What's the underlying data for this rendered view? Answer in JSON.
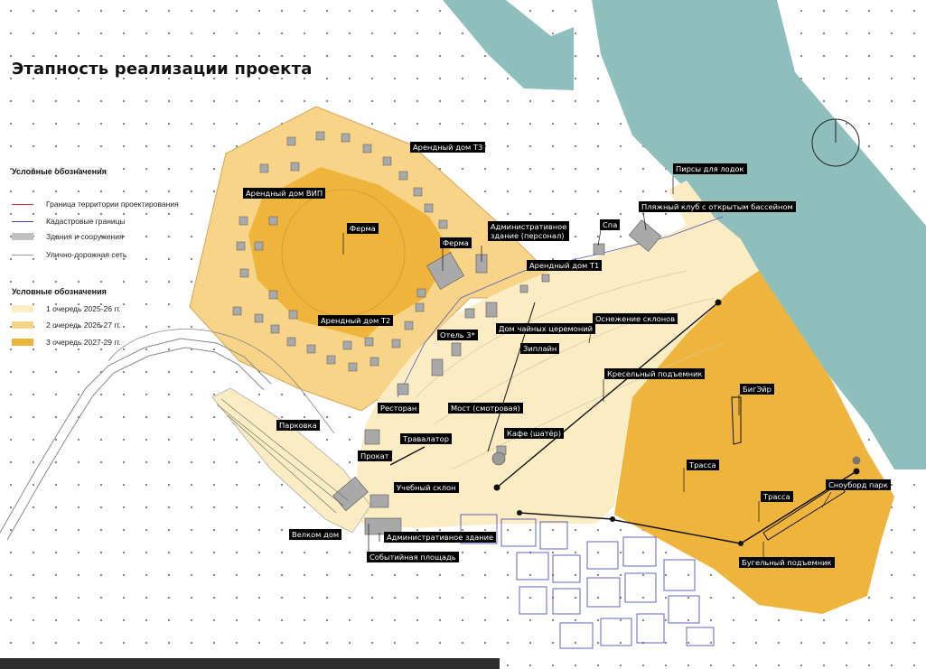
{
  "title": "Этапность реализации проекта",
  "legend1": {
    "heading": "Условные обозначения",
    "items": [
      {
        "label": "Граница территории проектирования",
        "color": "#e0303a"
      },
      {
        "label": "Кадастровые границы",
        "color": "#3a3fb8"
      },
      {
        "label": "Здания и сооружения",
        "color": "#bfc0c2"
      },
      {
        "label": "Улично-дорожная сеть",
        "color": "#9a9a9a"
      }
    ]
  },
  "legend2": {
    "heading": "Условные обозначения",
    "items": [
      {
        "label": "1 очередь 2025-26 гг.",
        "color": "#fbecc4"
      },
      {
        "label": "2 очередь 2026-27 гг.",
        "color": "#f8d488"
      },
      {
        "label": "3 очередь 2027-29 гг.",
        "color": "#efb43c"
      }
    ]
  },
  "colors": {
    "water": "#8fbfbc",
    "phase1": "#fbecc4",
    "phase2": "#f8d488",
    "phase3": "#efb43c"
  },
  "labels": {
    "rent_t3": "Арендный дом Т3",
    "rent_vip": "Арендный дом ВИП",
    "farm1": "Ферма",
    "farm2": "Ферма",
    "admin_staff": "Административное здание (персонал)",
    "spa": "Спа",
    "boat_piers": "Пирсы для лодок",
    "beach_club": "Пляжный клуб с открытым бассейном",
    "rent_t1": "Арендный дом Т1",
    "rent_t2": "Арендный дом Т2",
    "snowmaking": "Оснежение склонов",
    "tea_house": "Дом чайных церемоний",
    "hotel": "Отель 3*",
    "zipline": "Зиплайн",
    "chairlift": "Кресельный подъемник",
    "big_air": "БигЭйр",
    "restaurant": "Ресторан",
    "bridge": "Мост (смотровая)",
    "parking": "Парковка",
    "travelator": "Травалатор",
    "cafe": "Кафе (шатёр)",
    "rental": "Прокат",
    "training_slope": "Учебный склон",
    "track1": "Трасса",
    "track2": "Трасса",
    "snowboard_park": "Сноуборд парк",
    "welcome_house": "Велком дом",
    "admin_building": "Административное здание",
    "event_square": "Событийная площадь",
    "tbar_lift": "Бугельный подъемник"
  }
}
